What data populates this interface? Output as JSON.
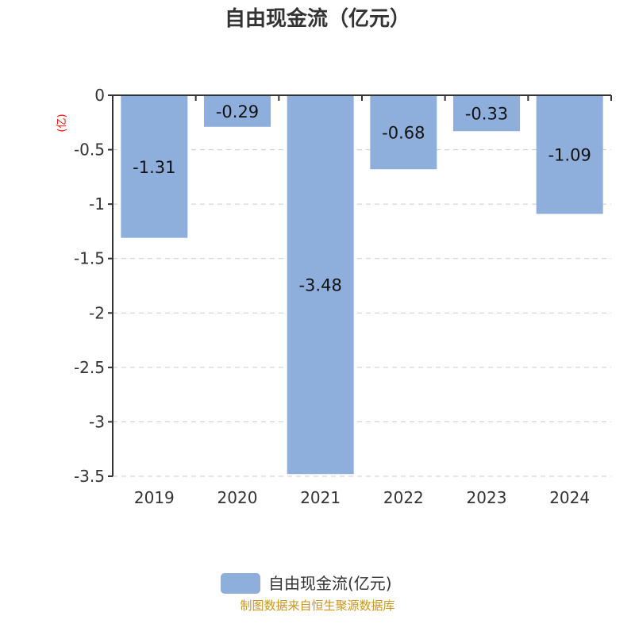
{
  "chart_data": {
    "type": "bar",
    "title": "自由现金流（亿元）",
    "unit_label": "(亿)",
    "categories": [
      "2019",
      "2020",
      "2021",
      "2022",
      "2023",
      "2024"
    ],
    "series": [
      {
        "name": "自由现金流(亿元)",
        "values": [
          -1.31,
          -0.29,
          -3.48,
          -0.68,
          -0.33,
          -1.09
        ],
        "color": "#8eaedb"
      }
    ],
    "value_labels": [
      "-1.31",
      "-0.29",
      "-3.48",
      "-0.68",
      "-0.33",
      "-1.09"
    ],
    "yticks": [
      "0",
      "-0.5",
      "-1",
      "-1.5",
      "-2",
      "-2.5",
      "-3",
      "-3.5"
    ],
    "ylim": [
      -3.5,
      0
    ],
    "grid": true,
    "legend_position": "bottom"
  },
  "footer": "制图数据来自恒生聚源数据库"
}
